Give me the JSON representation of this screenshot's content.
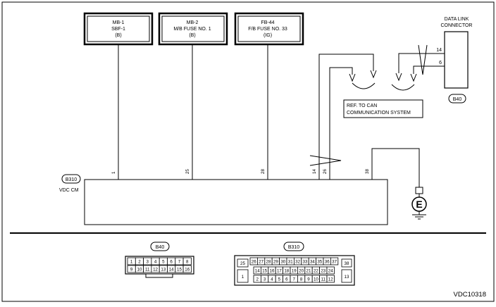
{
  "fuse_boxes": [
    {
      "line1": "MB-1",
      "line2": "SBF-1",
      "line3": "(B)"
    },
    {
      "line1": "MB-2",
      "line2": "M/B FUSE NO. 1",
      "line3": "(B)"
    },
    {
      "line1": "FB-44",
      "line2": "F/B FUSE NO. 33",
      "line3": "(IG)"
    }
  ],
  "data_link": {
    "title_line1": "DATA LINK",
    "title_line2": "CONNECTOR",
    "pin_upper": "14",
    "pin_lower": "6",
    "connector_id": "B40"
  },
  "can_ref": {
    "line1": "REF. TO CAN",
    "line2": "COMMUNICATION SYSTEM"
  },
  "module": {
    "connector_id": "B310",
    "name": "VDC CM",
    "pins": [
      "1",
      "25",
      "28",
      "14",
      "26",
      "38"
    ]
  },
  "ground": {
    "symbol": "E"
  },
  "b40_view": {
    "label": "B40",
    "row1": [
      "1",
      "2",
      "3",
      "4",
      "5",
      "6",
      "7",
      "8"
    ],
    "row2": [
      "9",
      "10",
      "11",
      "12",
      "13",
      "14",
      "15",
      "16"
    ]
  },
  "b310_view": {
    "label": "B310",
    "left_top": "25",
    "left_bottom": "1",
    "row1": [
      "26",
      "27",
      "28",
      "29",
      "30",
      "31",
      "32",
      "33",
      "34",
      "35",
      "36",
      "37"
    ],
    "row2": [
      "14",
      "15",
      "16",
      "17",
      "18",
      "19",
      "20",
      "21",
      "22",
      "23",
      "24"
    ],
    "row3": [
      "2",
      "3",
      "4",
      "5",
      "6",
      "7",
      "8",
      "9",
      "10",
      "11",
      "12"
    ],
    "right_top": "38",
    "right_bottom": "13"
  },
  "figure_code": "VDC10318"
}
